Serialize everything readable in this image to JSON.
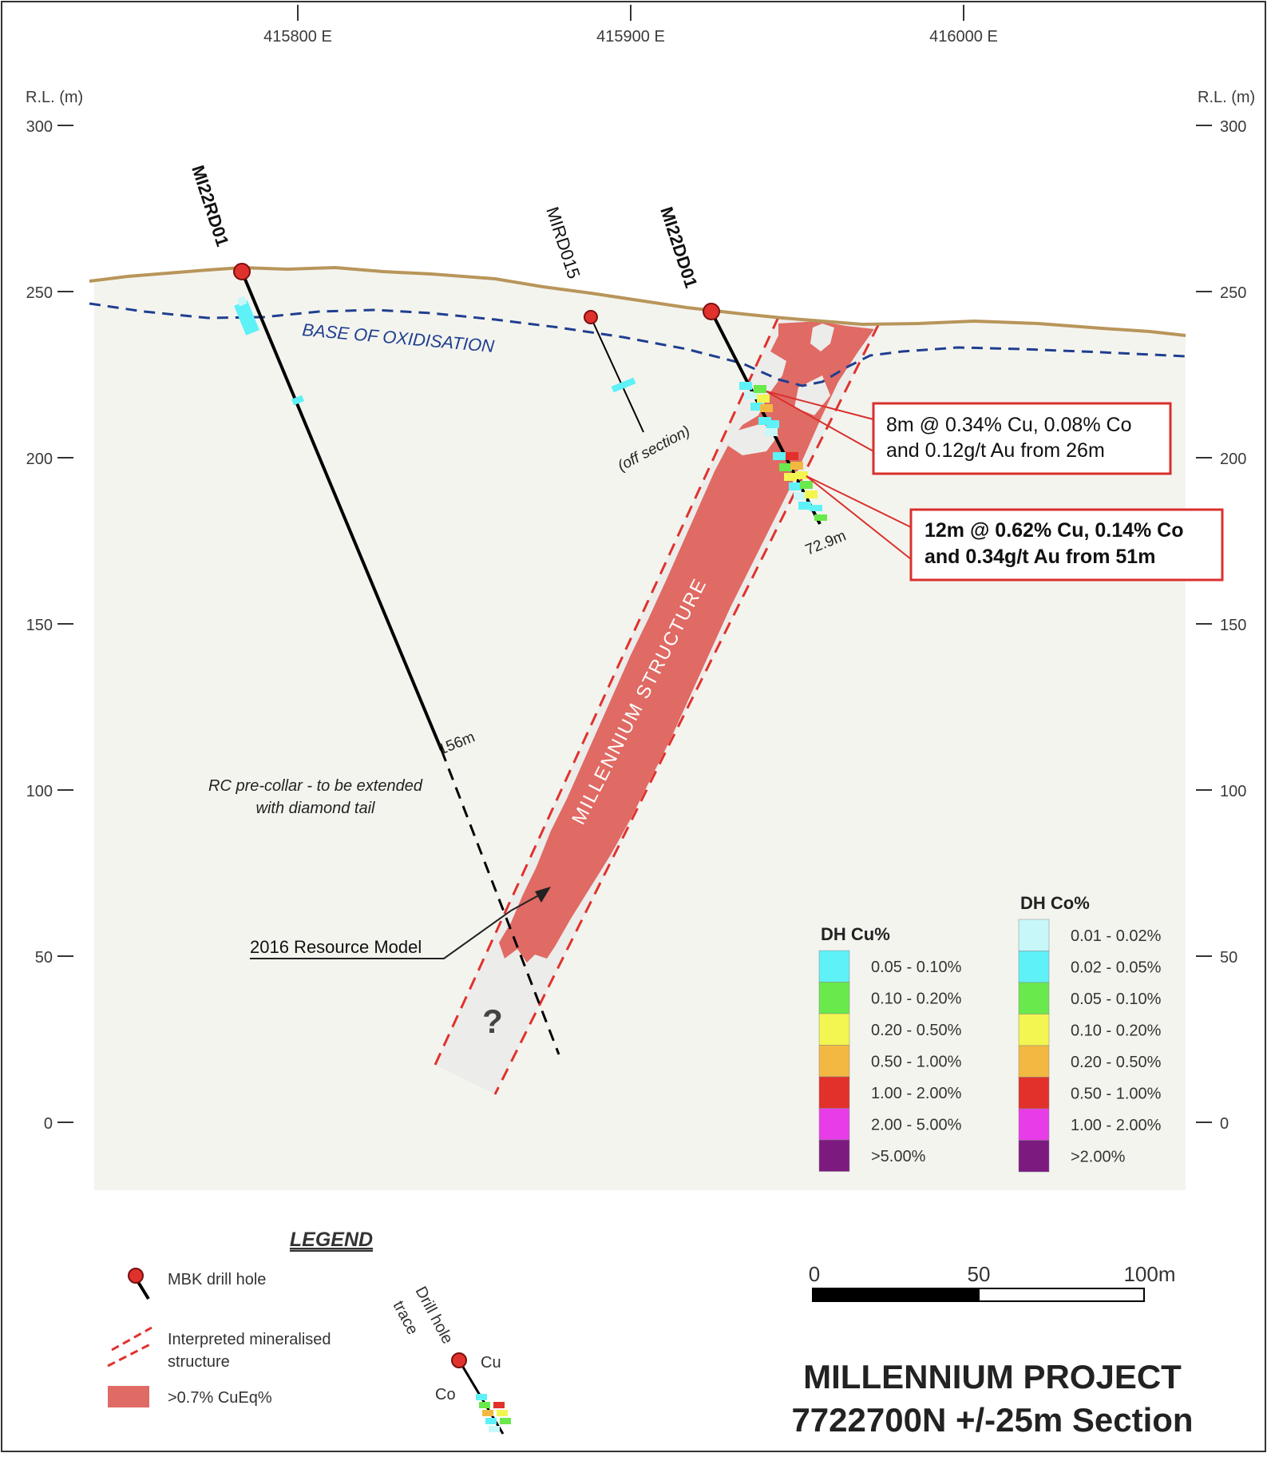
{
  "eastings": [
    "415800 E",
    "415900 E",
    "416000 E"
  ],
  "rl_title": "R.L. (m)",
  "rl_ticks": [
    "300",
    "250",
    "200",
    "150",
    "100",
    "50",
    "0"
  ],
  "holes": {
    "h1": "MI22RD01",
    "h2": "MIRD015",
    "h3": "MI22DD01"
  },
  "hole_depths": {
    "h1": "156m",
    "h3": "72.9m"
  },
  "off_section": "(off section)",
  "oxidation": "BASE  OF  OXIDISATION",
  "structure": "MILLENNIUM  STRUCTURE",
  "precollar_note": [
    "RC pre-collar - to be extended",
    "with diamond tail"
  ],
  "resource_model": "2016 Resource Model",
  "question_mark": "?",
  "callouts": [
    {
      "line1": "8m @ 0.34% Cu, 0.08% Co",
      "line2": "and 0.12g/t Au from 26m",
      "bold": false
    },
    {
      "line1": "12m @ 0.62% Cu, 0.14% Co",
      "line2": "and 0.34g/t Au from 51m",
      "bold": true
    }
  ],
  "cu_legend": {
    "title": "DH Cu%",
    "items": [
      {
        "label": "0.05 - 0.10%",
        "color": "#5ef1f7"
      },
      {
        "label": "0.10 - 0.20%",
        "color": "#69e94b"
      },
      {
        "label": "0.20 - 0.50%",
        "color": "#f3f550"
      },
      {
        "label": "0.50 - 1.00%",
        "color": "#f3b841"
      },
      {
        "label": "1.00 - 2.00%",
        "color": "#e2302a"
      },
      {
        "label": "2.00 - 5.00%",
        "color": "#e83ce8"
      },
      {
        "label": ">5.00%",
        "color": "#7c1a80"
      }
    ]
  },
  "co_legend": {
    "title": "DH Co%",
    "items": [
      {
        "label": "0.01 - 0.02%",
        "color": "#c8f7f9"
      },
      {
        "label": "0.02 - 0.05%",
        "color": "#5ef1f7"
      },
      {
        "label": "0.05 - 0.10%",
        "color": "#69e94b"
      },
      {
        "label": "0.10 - 0.20%",
        "color": "#f3f550"
      },
      {
        "label": "0.20 - 0.50%",
        "color": "#f3b841"
      },
      {
        "label": "0.50 - 1.00%",
        "color": "#e2302a"
      },
      {
        "label": "1.00 - 2.00%",
        "color": "#e83ce8"
      },
      {
        "label": ">2.00%",
        "color": "#7c1a80"
      }
    ]
  },
  "legend": {
    "title": "LEGEND",
    "drill_hole": "MBK drill hole",
    "structure": [
      "Interpreted mineralised",
      "structure"
    ],
    "cueq": ">0.7% CuEq%",
    "trace": [
      "Drill hole",
      "trace"
    ],
    "cu": "Cu",
    "co": "Co"
  },
  "scale": {
    "labels": [
      "0",
      "50",
      "100m"
    ]
  },
  "title": {
    "line1": "MILLENNIUM PROJECT",
    "line2": "7722700N +/-25m Section"
  },
  "colors": {
    "orebody": "#e06a64",
    "halo": "#ececea",
    "section_bg": "#f4f4ef",
    "topography": "#b8955a",
    "oxidation": "#1f3f8f",
    "structure_line": "#e0322d",
    "callout_border": "#d9302c",
    "collar": "#e0322d"
  }
}
